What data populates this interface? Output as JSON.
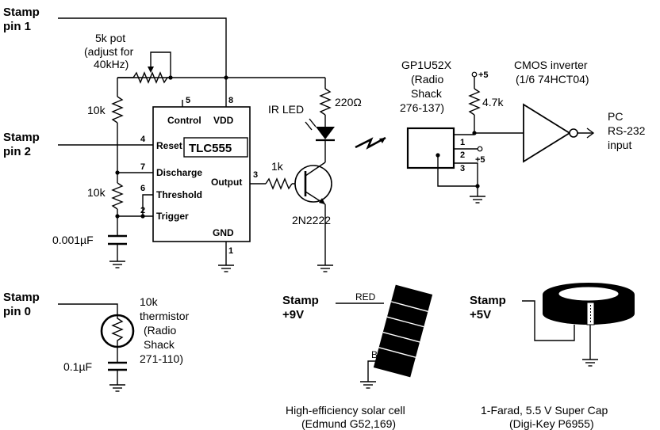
{
  "stamp_pin1": [
    "Stamp",
    "pin 1"
  ],
  "stamp_pin2": [
    "Stamp",
    "pin 2"
  ],
  "stamp_pin0": [
    "Stamp",
    "pin 0"
  ],
  "stamp_9v": [
    "Stamp",
    "+9V"
  ],
  "stamp_5v": [
    "Stamp",
    "+5V"
  ],
  "pot_label": [
    "5k pot",
    "(adjust for",
    "40kHz)"
  ],
  "r10k_top": "10k",
  "r10k_mid": "10k",
  "cap_timing": "0.001µF",
  "ic": {
    "name": "TLC555",
    "pins": {
      "control": "Control",
      "vdd": "VDD",
      "reset": "Reset",
      "discharge": "Discharge",
      "threshold": "Threshold",
      "trigger": "Trigger",
      "output": "Output",
      "gnd": "GND"
    },
    "pin_numbers": {
      "control": "5",
      "vdd": "8",
      "reset": "4",
      "discharge": "7",
      "threshold": "6",
      "trigger": "2",
      "output": "3",
      "gnd": "1"
    }
  },
  "ir_led": "IR LED",
  "r220": "220Ω",
  "r1k": "1k",
  "transistor": "2N2222",
  "receiver": {
    "label": [
      "GP1U52X",
      "(Radio",
      "Shack",
      "276-137)"
    ],
    "pins": [
      "1",
      "2",
      "3"
    ],
    "pin2_supply": "+5"
  },
  "pullup_supply": "+5",
  "r47k": "4.7k",
  "inverter": [
    "CMOS inverter",
    "(1/6 74HCT04)"
  ],
  "pc": [
    "PC",
    "RS-232",
    "input"
  ],
  "thermistor": [
    "10k",
    "thermistor",
    "(Radio",
    "Shack",
    "271-110)"
  ],
  "cap_therm": "0.1µF",
  "solar": {
    "red": "RED",
    "blk": "BLK",
    "caption": [
      "High-efficiency solar cell",
      "(Edmund G52,169)"
    ]
  },
  "supercap": {
    "caption": [
      "1-Farad, 5.5 V Super Cap",
      "(Digi-Key P6955)"
    ]
  }
}
